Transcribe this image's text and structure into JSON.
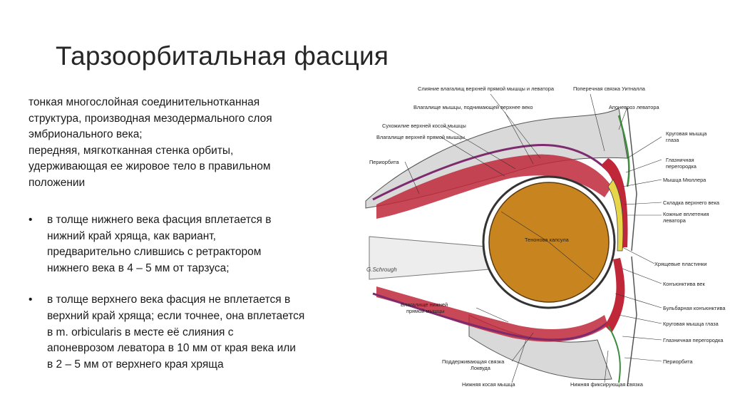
{
  "slide": {
    "title": "Тарзоорбитальная фасция",
    "intro_lines": [
      "тонкая многослойная соединительнотканная",
      "структура, производная мезодермального слоя",
      "эмбрионального века;",
      "передняя, мягкотканная стенка орбиты,",
      "удерживающая ее жировое тело в правильном",
      "положении"
    ],
    "bullets": [
      {
        "marker": "•",
        "lines": [
          "в толще нижнего века фасция вплетается в",
          "нижний край хряща, как вариант,",
          "предварительно слившись с ретрактором",
          "нижнего века в 4 – 5 мм от тарзуса;"
        ]
      },
      {
        "marker": "•",
        "lines": [
          "в толще верхнего века фасция не вплетается в",
          "верхний край хряща; если точнее, она вплетается",
          "в m. orbicularis в месте её слияния с",
          "апоневрозом леватора в 10 мм от края века или",
          "в 2 – 5 мм от верхнего края хряща"
        ]
      }
    ]
  },
  "figure": {
    "signature": "G.Schrough",
    "colors": {
      "globe": "#c8851f",
      "muscle": "#c0283a",
      "fascia": "#7d2a6e",
      "bone": "#9b9b9b",
      "tarsus": "#e8d64a",
      "septum": "#3e8c3e"
    },
    "labels": {
      "sliyanie": "Слияние влагалищ верхней прямой мышцы и леватора",
      "poperechnaya": "Поперечная связка Уитналла",
      "vlagalishche_lev": "Влагалище мышцы, поднимающей верхнее веко",
      "aponevroz": "Апоневроз леватора",
      "suhozhilie": "Сухожилие верхней косой мышцы",
      "vlag_verh_pryam": "Влагалище верхней прямой мышцы",
      "krugovaya1_a": "Круговая мышца",
      "krugovaya1_b": "глаза",
      "periorbita1": "Периорбита",
      "glaznichnaya1_a": "Глазничная",
      "glaznichnaya1_b": "перегородка",
      "myshca_myullera": "Мышца Мюллера",
      "skladka": "Складка верхнего века",
      "kozhnye_a": "Кожные вплетения",
      "kozhnye_b": "леватора",
      "tenonova": "Тенонова капсула",
      "hryashchevye": "Хрящевые пластинки",
      "konyunktiva_vek": "Конъюнктива век",
      "bulbarnaya": "Бульбарная конъюнктива",
      "vlag_nizh_a": "Влагалище нижней",
      "vlag_nizh_b": "прямой мышцы",
      "krugovaya2": "Круговая мышца глаза",
      "glaznichnaya2": "Глазничная перегородка",
      "podderzh_a": "Поддерживающая связка",
      "podderzh_b": "Локвуда",
      "periorbita2": "Периорбита",
      "nizhnyaya_kosaya": "Нижняя косая мышца",
      "nizhnyaya_fiks": "Нижняя фиксирующая связка"
    }
  }
}
